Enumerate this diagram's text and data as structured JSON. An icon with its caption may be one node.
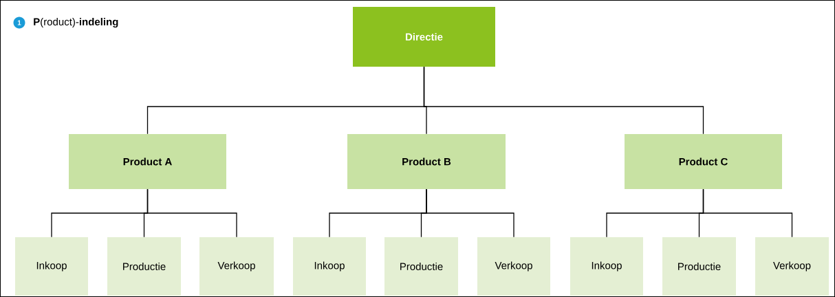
{
  "diagram": {
    "title": "**P**(roduct)-**indeling**",
    "nodes": [
      {
        "text": [
          "Directie"
        ]
      },
      {
        "text": [
          "Product A"
        ]
      },
      {
        "text": [
          "Product B"
        ]
      },
      {
        "text": [
          "Product C"
        ]
      },
      {
        "text": [
          "Inkoop"
        ]
      },
      {
        "text": [
          "Productie"
        ]
      },
      {
        "text": [
          "Verkoop"
        ]
      },
      {
        "text": [
          "Inkoop"
        ]
      },
      {
        "text": [
          "Productie"
        ]
      },
      {
        "text": [
          "Verkoop"
        ]
      },
      {
        "text": [
          "Inkoop"
        ]
      },
      {
        "text": [
          "Productie"
        ]
      },
      {
        "text": [
          "Verkoop"
        ]
      }
    ],
    "edges": [
      {
        "from": 0,
        "to": 1,
        "arrow": "none"
      },
      {
        "from": 0,
        "to": 2,
        "arrow": "none"
      },
      {
        "from": 0,
        "to": 3,
        "arrow": "none"
      },
      {
        "from": 1,
        "to": 4,
        "arrow": "none"
      },
      {
        "from": 1,
        "to": 5,
        "arrow": "none"
      },
      {
        "from": 1,
        "to": 6,
        "arrow": "none"
      },
      {
        "from": 2,
        "to": 7,
        "arrow": "none"
      },
      {
        "from": 2,
        "to": 8,
        "arrow": "none"
      },
      {
        "from": 2,
        "to": 9,
        "arrow": "none"
      },
      {
        "from": 3,
        "to": 10,
        "arrow": "none"
      },
      {
        "from": 3,
        "to": 11,
        "arrow": "none"
      },
      {
        "from": 3,
        "to": 12,
        "arrow": "none"
      }
    ],
    "labels": [
      "1"
    ]
  }
}
